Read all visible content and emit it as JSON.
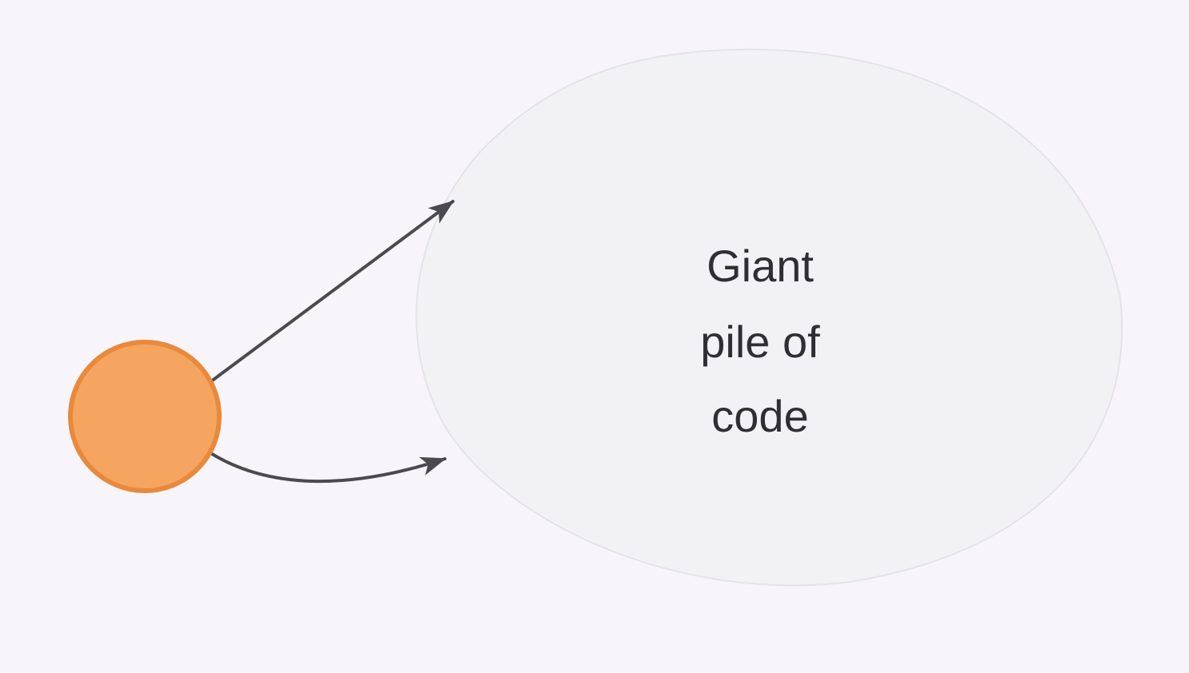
{
  "diagram": {
    "blob_label": {
      "lines": [
        "Giant",
        "pile of",
        "code"
      ]
    }
  },
  "colors": {
    "background": "#F7F5F9",
    "blob_fill": "#F2F1F4",
    "blob_stroke": "#E4E3E7",
    "circle_fill": "#F5A55F",
    "circle_stroke": "#E8893C",
    "arrow": "#4A4A50",
    "text": "#2F2F33"
  }
}
